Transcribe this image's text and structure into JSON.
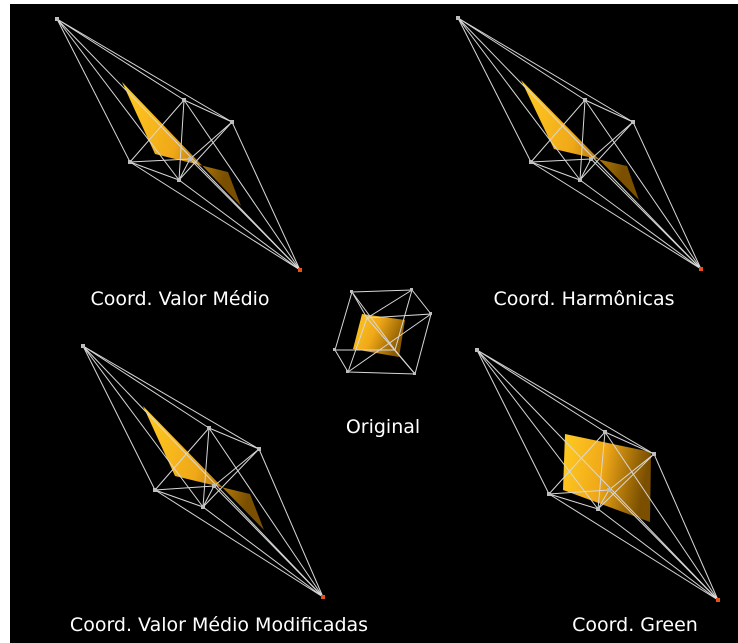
{
  "panels": [
    {
      "id": "valor-medio",
      "caption": "Coord. Valor Médio"
    },
    {
      "id": "harmonicas",
      "caption": "Coord. Harmônicas"
    },
    {
      "id": "original",
      "caption": "Original"
    },
    {
      "id": "valor-medio-modificadas",
      "caption": "Coord. Valor Médio Modificadas"
    },
    {
      "id": "green",
      "caption": "Coord. Green"
    }
  ],
  "colors": {
    "background": "#000000",
    "cage_edges": "#d8d8d8",
    "vertex": "#bdbdbd",
    "selected_vertex": "#e8501c",
    "surface_light": "#ffc21a",
    "surface_dark": "#8a5a00"
  }
}
